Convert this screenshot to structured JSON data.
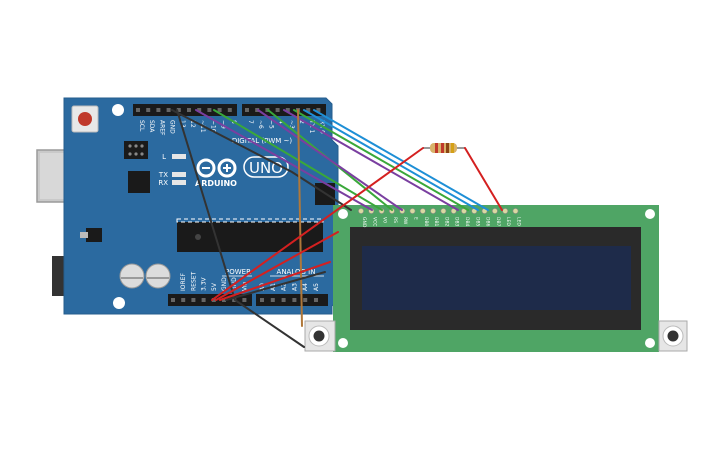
{
  "arduino": {
    "logo_text": "ARDUINO",
    "model": "UNO",
    "digital_label": "DIGITAL (PWM ~)",
    "power_label": "POWER",
    "analog_label": "ANALOG IN",
    "tx_label": "TX",
    "rx_label": "RX",
    "l_label": "L",
    "top_header_labels": [
      "SCL",
      "SDA",
      "AREF",
      "GND",
      "13",
      "12",
      "~11",
      "~10",
      "~9",
      "8",
      "7",
      "~6",
      "~5",
      "4",
      "~3",
      "2",
      "TX 1",
      "RX 0"
    ],
    "power_pin_labels": [
      "IOREF",
      "RESET",
      "3.3V",
      "5V",
      "GND",
      "GND",
      "Vin"
    ],
    "analog_pin_labels": [
      "A0",
      "A1",
      "A2",
      "A3",
      "A4",
      "A5"
    ]
  },
  "lcd": {
    "pin_labels": [
      "GND",
      "VCC",
      "V0",
      "RS",
      "RW",
      "E",
      "DB0",
      "DB1",
      "DB2",
      "DB3",
      "DB4",
      "DB5",
      "DB6",
      "DB7",
      "LED",
      "LED"
    ]
  },
  "colors": {
    "board": "#2b6aa0",
    "lcd_pcb": "#4fa565",
    "lcd_screen": "#1e2b4a",
    "wire_red": "#d42020",
    "wire_black": "#333333",
    "wire_blue": "#1e8fd6",
    "wire_green": "#3aa83a",
    "wire_purple": "#7a3fa0",
    "wire_brown": "#b0783a"
  }
}
